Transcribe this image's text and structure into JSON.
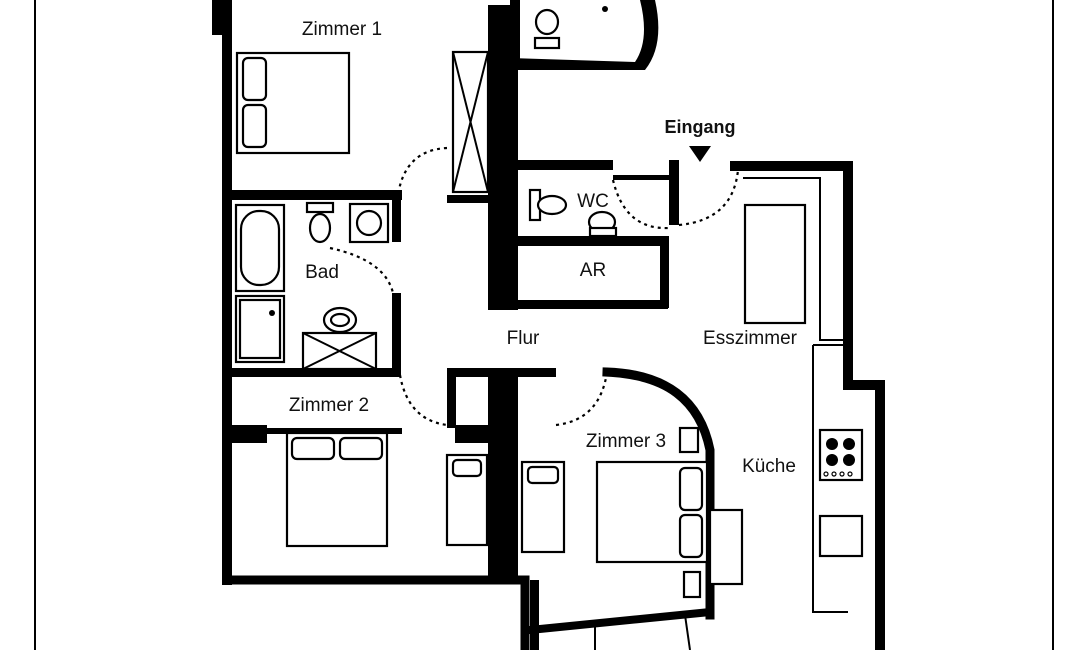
{
  "rooms": {
    "zimmer1": "Zimmer 1",
    "bad": "Bad",
    "wc": "WC",
    "ar": "AR",
    "flur": "Flur",
    "esszimmer": "Esszimmer",
    "zimmer2": "Zimmer 2",
    "zimmer3": "Zimmer 3",
    "kueche": "Küche"
  },
  "entrance": {
    "label": "Eingang",
    "marker_icon": "triangle-down-icon"
  },
  "colors": {
    "wall": "#000000",
    "background": "#ffffff"
  }
}
